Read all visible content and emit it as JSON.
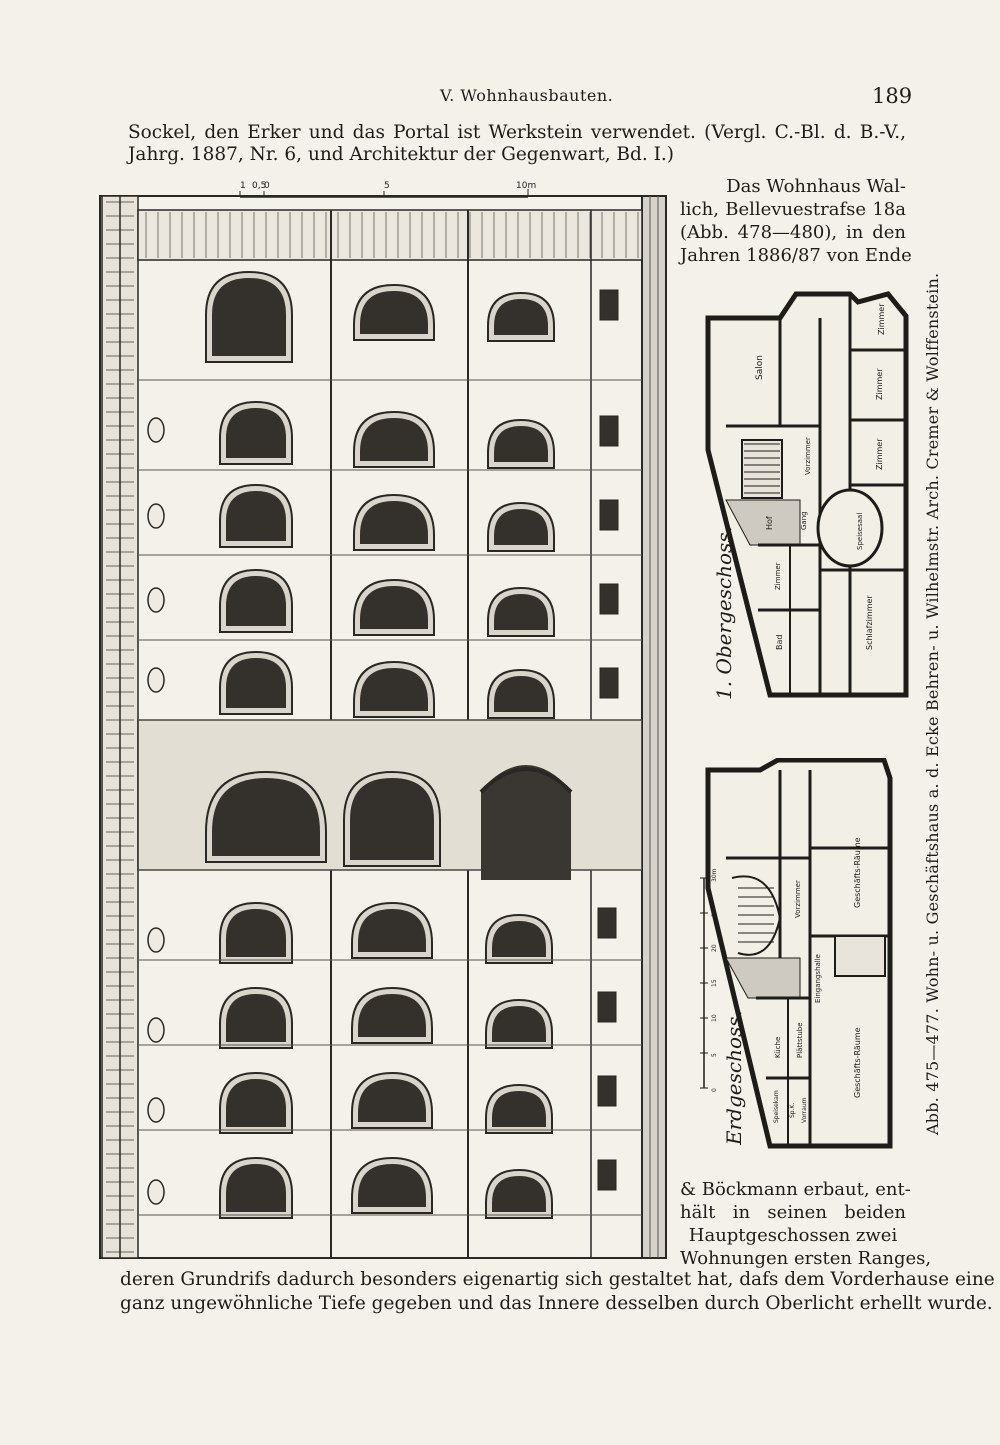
{
  "header": {
    "running_head": "V. Wohnhausbauten.",
    "page_number": "189"
  },
  "intro_lines": [
    "Sockel, den Erker und das Portal ist Werkstein verwendet.    (Vergl. C.-Bl. d. B.-V.,",
    "Jahrg. 1887, Nr. 6, und Architektur der Gegenwart, Bd. I.)"
  ],
  "side_lines": [
    "Das Wohnhaus Wal-",
    "lich, Bellevuestrafse 18a",
    "(Abb. 478—480), in den",
    "Jahren 1886/87 von Ende"
  ],
  "bottom_side_lines": [
    "& Böckmann erbaut, ent-",
    "hält in seinen beiden",
    "Hauptgeschossen zwei",
    "Wohnungen ersten Ranges,"
  ],
  "bottom_lines": [
    "deren Grundrifs dadurch besonders eigenartig sich gestaltet hat, dafs dem Vorderhause eine",
    "ganz ungewöhnliche Tiefe gegeben und das Innere desselben durch Oberlicht erhellt wurde."
  ],
  "caption": "Abb. 475—477.   Wohn- u. Geschäftshaus a. d. Ecke Behren- u. Wilhelmstr.   Arch. Cremer & Wolffenstein.",
  "facade_scale": {
    "ticks": [
      "1",
      "0,5",
      "0",
      "5",
      "10m"
    ]
  },
  "upper_plan": {
    "label": "1. Obergeschoss.",
    "rooms": [
      "Salon",
      "Zimmer",
      "Zimmer",
      "Zimmer",
      "Vorzimmer",
      "Speisesaal",
      "Hof",
      "Gang",
      "Schlafzimmer",
      "Zimmer",
      "Bad"
    ]
  },
  "ground_plan": {
    "label": "Erdgeschoss.",
    "rooms": [
      "Geschäfts-Räume",
      "Geschäfts-Räume",
      "Vorzimmer",
      "Eingangshalle",
      "Küche",
      "Plättstube",
      "Speisekam",
      "Sp.K.",
      "Vorraum"
    ],
    "scale_ticks": [
      "0",
      "5",
      "10",
      "15",
      "20",
      "25",
      "30m"
    ]
  }
}
